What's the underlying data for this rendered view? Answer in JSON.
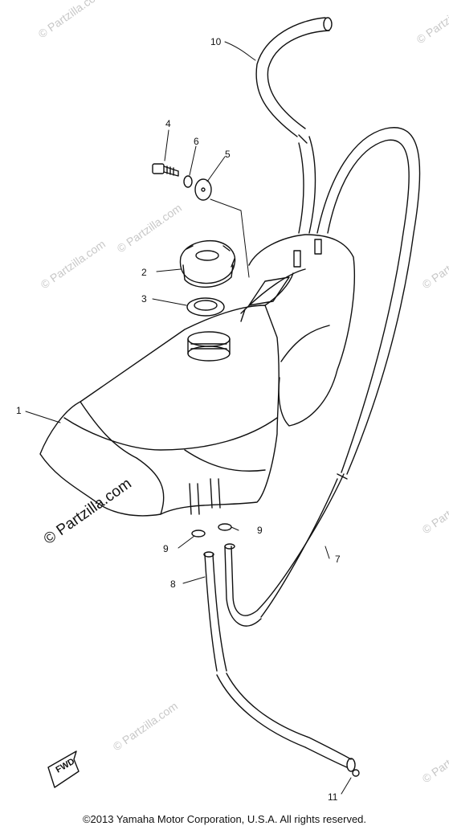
{
  "callouts": [
    "10",
    "4",
    "6",
    "5",
    "2",
    "3",
    "1",
    "9",
    "9",
    "7",
    "8",
    "11"
  ],
  "watermark": "© Partzilla.com",
  "fwd_label": "FWD",
  "copyright": "©2013  Yamaha Motor Corporation, U.S.A. All rights reserved."
}
